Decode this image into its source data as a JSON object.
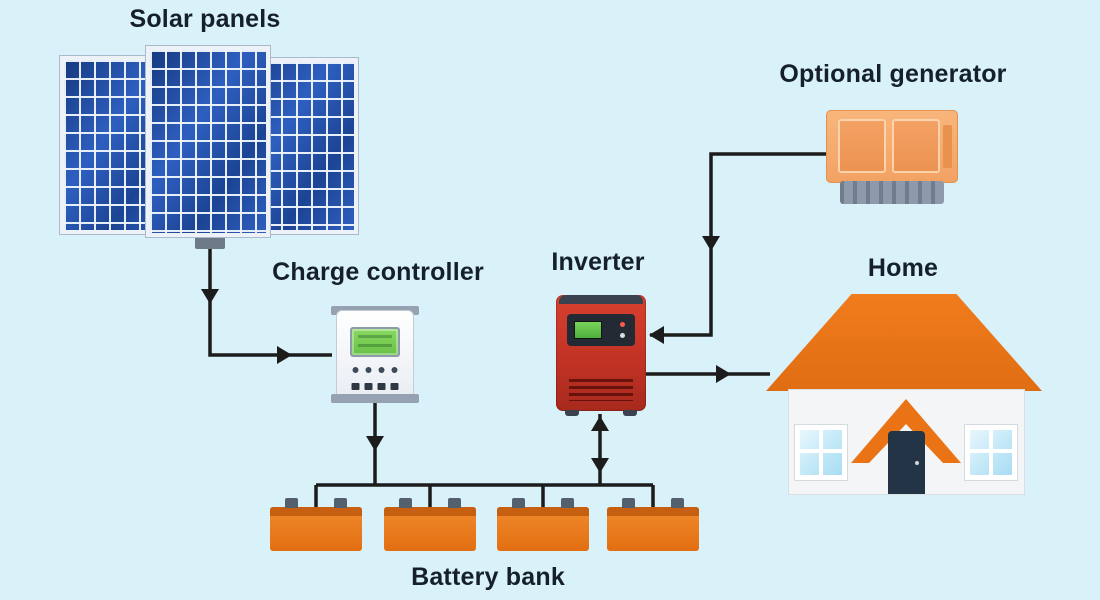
{
  "diagram": {
    "background_color": "#d9f1f8",
    "wire_color": "#1c1c1c",
    "labels": {
      "solar_panels": "Solar panels",
      "optional_generator": "Optional generator",
      "charge_controller": "Charge controller",
      "inverter": "Inverter",
      "home": "Home",
      "battery_bank": "Battery bank"
    },
    "colors": {
      "solar_panel_blue": "#2a5cb8",
      "inverter_red": "#c23325",
      "generator_orange": "#f2a263",
      "roof_orange": "#e8701a",
      "battery_orange": "#e8761e",
      "controller_gray": "#96a2b1"
    },
    "battery_count": 4,
    "connections": [
      {
        "from": "solar-panels",
        "to": "charge-controller",
        "arrow": "one-way"
      },
      {
        "from": "charge-controller",
        "to": "battery-bank",
        "arrow": "one-way"
      },
      {
        "from": "battery-bank",
        "to": "inverter",
        "arrow": "two-way"
      },
      {
        "from": "optional-generator",
        "to": "inverter",
        "arrow": "one-way"
      },
      {
        "from": "inverter",
        "to": "home",
        "arrow": "one-way"
      }
    ]
  }
}
